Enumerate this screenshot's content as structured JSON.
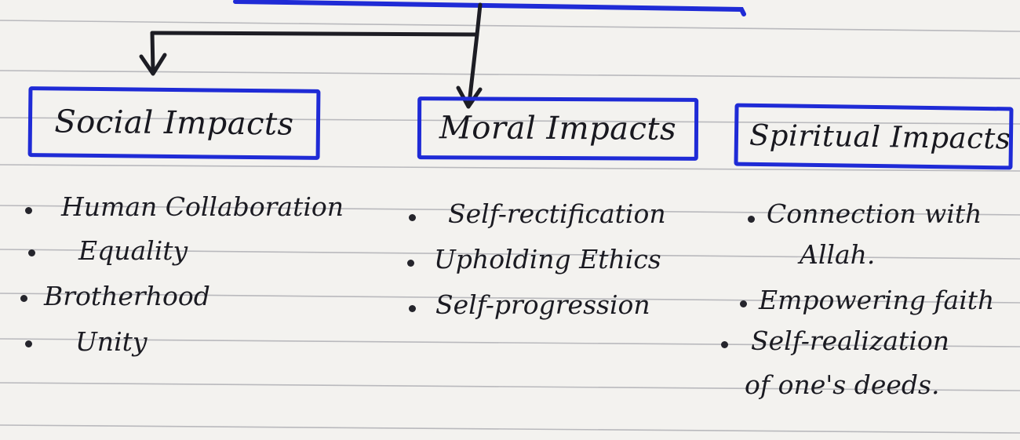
{
  "headings": {
    "social": "Social Impacts",
    "moral": "Moral Impacts",
    "spiritual": "Spiritual Impacts"
  },
  "social_items": [
    "Human Collaboration",
    "Equality",
    "Brotherhood",
    "Unity"
  ],
  "moral_items": [
    "Self-rectification",
    "Upholding Ethics",
    "Self-progression"
  ],
  "spiritual_items": [
    "Connection with",
    "Allah.",
    "Empowering faith",
    "Self-realization",
    "of one's deeds."
  ],
  "colors": {
    "box_border": "#1f2bd6",
    "ink": "#1b1b22",
    "paper": "#f3f2ef",
    "ruling": "#b9b9bd"
  }
}
